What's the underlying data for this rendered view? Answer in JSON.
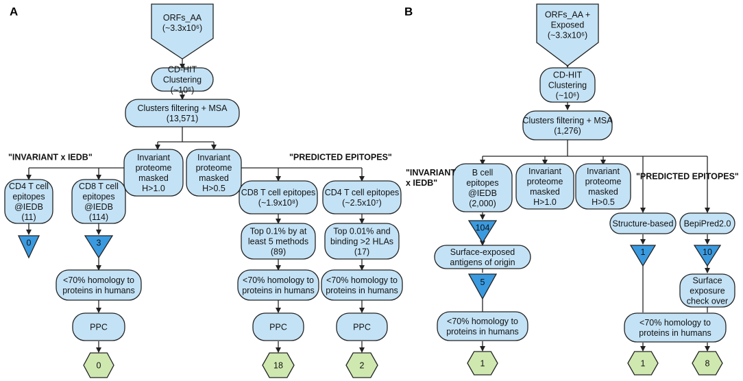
{
  "colors": {
    "box_fill": "#c4e2f5",
    "tri_fill": "#3a9ae0",
    "hex_fill": "#cfe8b0",
    "stroke": "#222222"
  },
  "panels": [
    {
      "label": "A",
      "headings": [
        "\"INVARIANT x IEDB\"",
        "\"PREDICTED EPITOPES\""
      ],
      "nodes": {
        "source": [
          "ORFs_AA",
          "(~3.3x10⁶)"
        ],
        "cdhit": [
          "CD-HIT",
          "Clustering",
          "(~10⁶)"
        ],
        "filter": [
          "Clusters filtering + MSA",
          "(13,571)"
        ],
        "inv10": [
          "Invariant",
          "proteome",
          "masked",
          "H>1.0"
        ],
        "inv05": [
          "Invariant",
          "proteome",
          "masked",
          "H>0.5"
        ],
        "cd4iedb": [
          "CD4 T cell",
          "epitopes",
          "@IEDB",
          "(11)"
        ],
        "cd8iedb": [
          "CD8 T cell",
          "epitopes",
          "@IEDB",
          "(114)"
        ],
        "tri_cd4": "0",
        "tri_cd8": "3",
        "homol_iedb": [
          "<70% homology to",
          "proteins in humans"
        ],
        "ppc_iedb": "PPC",
        "hex_iedb": "0",
        "cd8pred": [
          "CD8 T cell epitopes",
          "(~1.9x10⁸)"
        ],
        "cd4pred": [
          "CD4 T cell epitopes",
          "(~2.5x10⁷)"
        ],
        "top8": [
          "Top 0.1% by at",
          "least 5 methods",
          "(89)"
        ],
        "top4": [
          "Top 0.01% and",
          "binding >2 HLAs",
          "(17)"
        ],
        "homol8": [
          "<70% homology to",
          "proteins in humans"
        ],
        "homol4": [
          "<70% homology to",
          "proteins in humans"
        ],
        "ppc8": "PPC",
        "ppc4": "PPC",
        "hex8": "18",
        "hex4": "2"
      }
    },
    {
      "label": "B",
      "headings": [
        "\"INVARIANT",
        "x IEDB\"",
        "\"PREDICTED EPITOPES\""
      ],
      "nodes": {
        "source": [
          "ORFs_AA +",
          "Exposed",
          "(~3.3x10⁶)"
        ],
        "cdhit": [
          "CD-HIT",
          "Clustering",
          "(~10⁶)"
        ],
        "filter": [
          "Clusters filtering + MSA",
          "(1,276)"
        ],
        "bcell": [
          "B cell",
          "epitopes",
          "@IEDB",
          "(2,000)"
        ],
        "inv10": [
          "Invariant",
          "proteome",
          "masked",
          "H>1.0"
        ],
        "inv05": [
          "Invariant",
          "proteome",
          "masked",
          "H>0.5"
        ],
        "tri_b": "104",
        "surface": [
          "Surface-exposed",
          "antigens of origin"
        ],
        "tri_b2": "5",
        "homol_b": [
          "<70% homology to",
          "proteins in humans"
        ],
        "hex_b": "1",
        "struct": "Structure-based",
        "bepi": "BepiPred2.0",
        "tri_struct": "1",
        "tri_bepi": "10",
        "check": [
          "Surface",
          "exposure",
          "check over"
        ],
        "homol_pred": [
          "<70% homology to",
          "proteins in humans"
        ],
        "hex_struct": "1",
        "hex_bepi": "8"
      }
    }
  ]
}
